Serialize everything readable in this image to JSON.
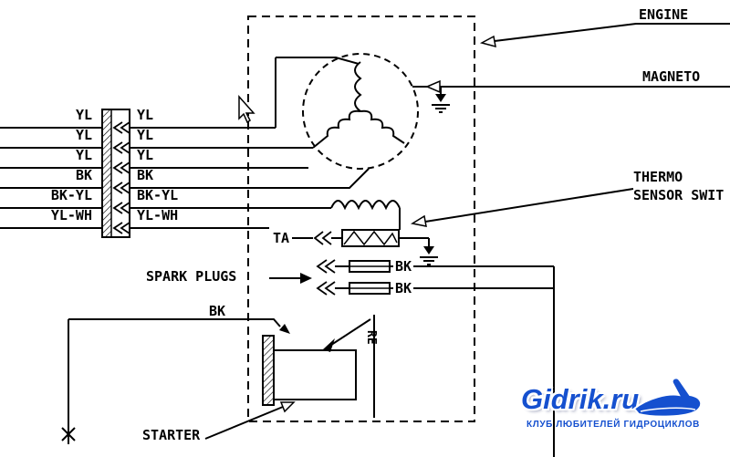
{
  "callouts": {
    "engine": "ENGINE",
    "magneto": "MAGNETO",
    "thermo_sensor_line1": "THERMO",
    "thermo_sensor_line2": "SENSOR SWIT",
    "spark_plugs": "SPARK PLUGS",
    "starter": "STARTER"
  },
  "labels": {
    "ta": "TA",
    "re": "RE",
    "bk_feed": "BK"
  },
  "harness": {
    "rows": [
      {
        "left": "YL",
        "right": "YL"
      },
      {
        "left": "YL",
        "right": "YL"
      },
      {
        "left": "YL",
        "right": "YL"
      },
      {
        "left": "BK",
        "right": "BK"
      },
      {
        "left": "BK-YL",
        "right": "BK-YL"
      },
      {
        "left": "YL-WH",
        "right": "YL-WH"
      }
    ]
  },
  "spark_plug_wires": [
    {
      "label": "BK"
    },
    {
      "label": "BK"
    }
  ],
  "watermark": {
    "title": "Gidrik.ru",
    "subtitle": "КЛУБ ЛЮБИТЕЛЕЙ ГИДРОЦИКЛОВ"
  },
  "colors": {
    "line": "#000000",
    "watermark_blue": "#1550cf"
  }
}
